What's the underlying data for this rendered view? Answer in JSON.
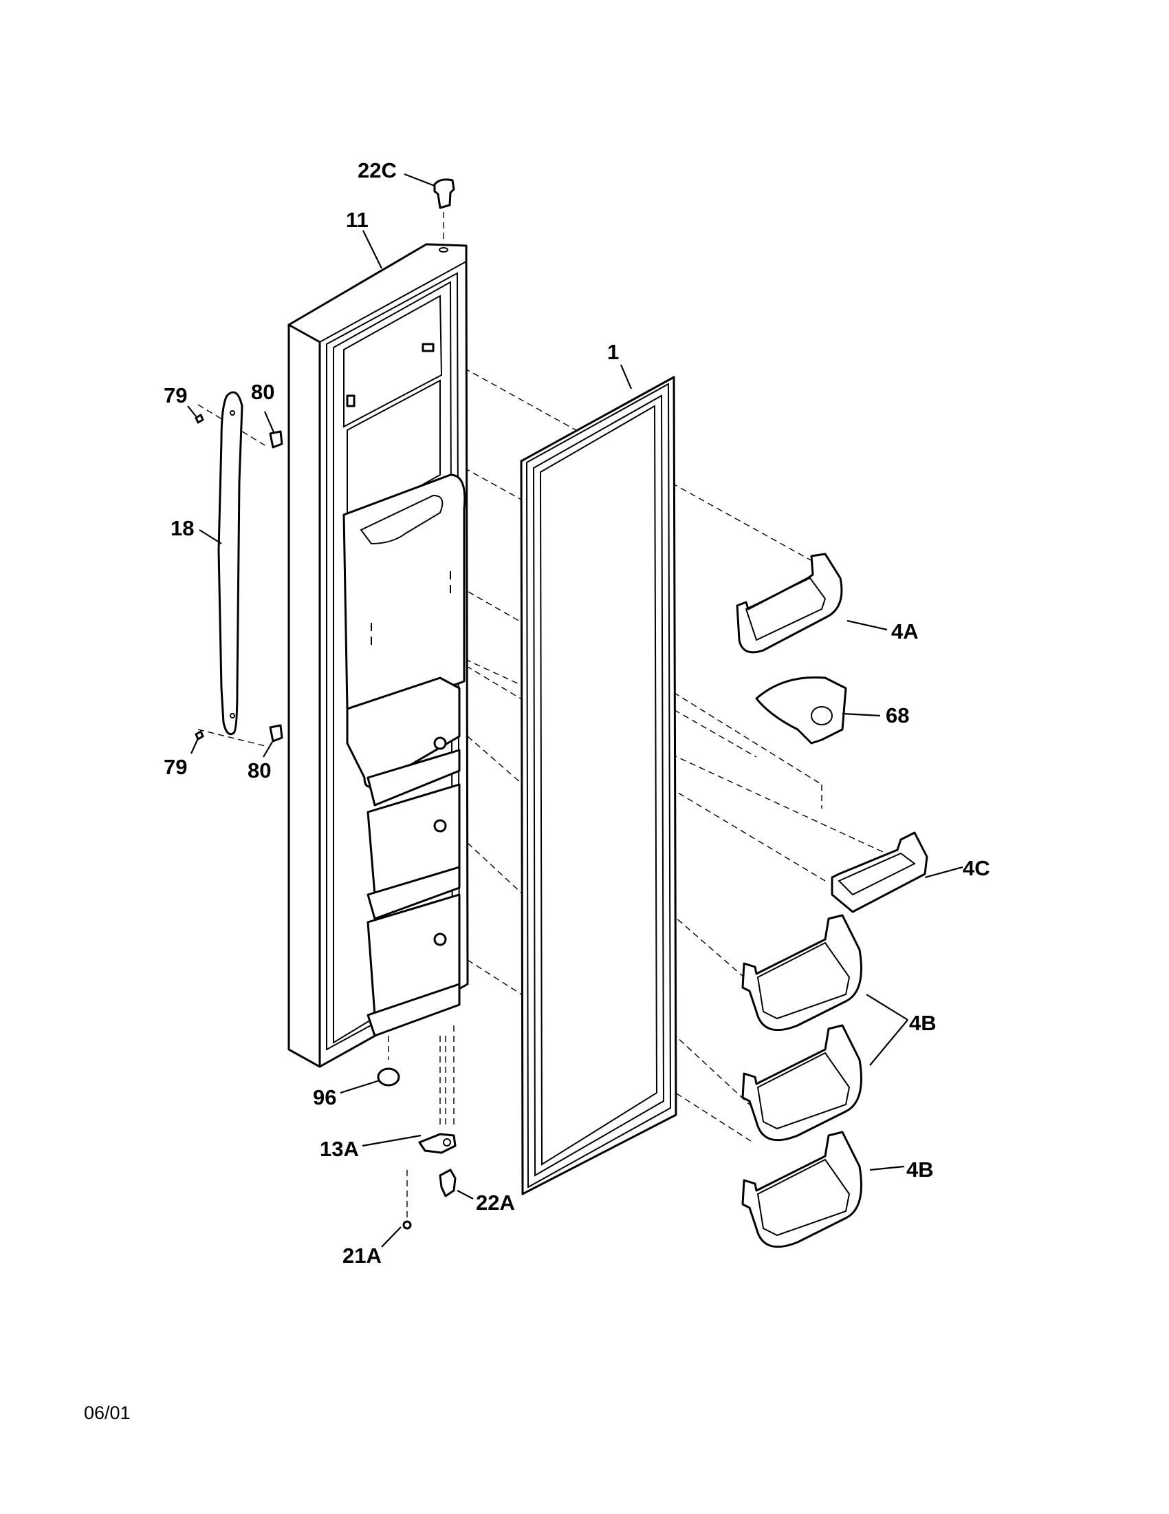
{
  "diagram": {
    "callouts": {
      "c22C": "22C",
      "c11": "11",
      "c1": "1",
      "c79_top": "79",
      "c80_top": "80",
      "c18": "18",
      "c79_bottom": "79",
      "c80_bottom": "80",
      "c4A": "4A",
      "c68": "68",
      "c4C": "4C",
      "c4B_mid": "4B",
      "c4B_bottom": "4B",
      "c96": "96",
      "c13A": "13A",
      "c22A": "22A",
      "c21A": "21A"
    },
    "date": "06/01"
  }
}
